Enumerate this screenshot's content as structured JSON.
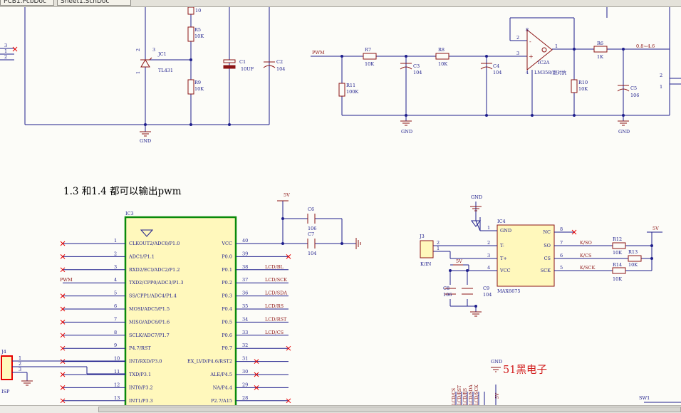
{
  "tabs": [
    {
      "label": "PCB1.PcbDoc"
    },
    {
      "label": "Sheet1.SchDoc"
    }
  ],
  "note": "1.3 和1.4 都可以输出pwm",
  "watermark": "51黑电子",
  "colors": {
    "wire": "#1e1e8c",
    "part": "#8c1414",
    "ic_fill": "#fff8bc",
    "ic_border": "#0a8a0a",
    "power": "#8c1414",
    "noconnect": "#e60000",
    "netlabel": "#8c1414",
    "watermark": "#d21e1e"
  },
  "top_left": {
    "refs": {
      "jc1": "JC1",
      "jc1_val": "TL431",
      "r5": "R5",
      "r5_val": "10K",
      "r9": "R9",
      "r9_val": "10K",
      "c1": "C1",
      "c1_val": "10UF",
      "c2": "C2",
      "c2_val": "104",
      "r_top": "10",
      "gnd": "GND"
    },
    "pins": {
      "j_3": "3",
      "j_1": "1",
      "j_2": "2",
      "jc1_2": "2",
      "jc1_3": "3",
      "jc1_1": "1"
    }
  },
  "top_right": {
    "refs": {
      "pwm": "PWM",
      "r7": "R7",
      "r7_val": "10K",
      "r8": "R8",
      "r8_val": "10K",
      "r11": "R11",
      "r11_val": "100K",
      "c3": "C3",
      "c3_val": "104",
      "c4": "C4",
      "c4_val": "104",
      "ic2a": "IC2A",
      "ic2a_val": "LM358/跟对抗",
      "r6": "R6",
      "r6_val": "1K",
      "r10": "R10",
      "r10_val": "10K",
      "c5": "C5",
      "c5_val": "106",
      "range": "0.8~4.6",
      "gnd1": "GND",
      "gnd2": "GND"
    },
    "pins": {
      "p2": "2",
      "p3": "3",
      "p1": "1",
      "p8": "8",
      "p4": "4",
      "j2": "2",
      "j1": "1"
    }
  },
  "ic3": {
    "ref": "IC3",
    "left_pins": [
      {
        "num": "1",
        "name": "CLKOUT2/ADC0/P1.0",
        "net": ""
      },
      {
        "num": "2",
        "name": "ADC1/P1.1",
        "net": ""
      },
      {
        "num": "3",
        "name": "RXD2/ECI/ADC2/P1.2",
        "net": ""
      },
      {
        "num": "4",
        "name": "TXD2/CPP0/ADC3/P1.3",
        "net": "PWM"
      },
      {
        "num": "5",
        "name": "SS/CPP1/ADC4/P1.4",
        "net": ""
      },
      {
        "num": "6",
        "name": "MOSI/ADC5/P1.5",
        "net": ""
      },
      {
        "num": "7",
        "name": "MISO/ADC6/P1.6",
        "net": ""
      },
      {
        "num": "8",
        "name": "SCLK/ADC7/P1.7",
        "net": ""
      },
      {
        "num": "9",
        "name": "P4.7/RST",
        "net": ""
      },
      {
        "num": "10",
        "name": "INT/RXD/P3.0",
        "net": ""
      },
      {
        "num": "11",
        "name": "TXD/P3.1",
        "net": ""
      },
      {
        "num": "12",
        "name": "INT0/P3.2",
        "net": ""
      },
      {
        "num": "13",
        "name": "INT1/P3.3",
        "net": ""
      }
    ],
    "right_pins": [
      {
        "num": "40",
        "name": "VCC",
        "net": ""
      },
      {
        "num": "39",
        "name": "P0.0",
        "net": ""
      },
      {
        "num": "38",
        "name": "P0.1",
        "net": "LCD/BL"
      },
      {
        "num": "37",
        "name": "P0.2",
        "net": "LCD/SCK"
      },
      {
        "num": "36",
        "name": "P0.3",
        "net": "LCD/SDA"
      },
      {
        "num": "35",
        "name": "P0.4",
        "net": "LCD/RS"
      },
      {
        "num": "34",
        "name": "P0.5",
        "net": "LCD/RST"
      },
      {
        "num": "33",
        "name": "P0.6",
        "net": "LCD/CS"
      },
      {
        "num": "32",
        "name": "P0.7",
        "net": ""
      },
      {
        "num": "31",
        "name": "EX_LVD/P4.6/RST2",
        "net": ""
      },
      {
        "num": "30",
        "name": "ALE/P4.5",
        "net": ""
      },
      {
        "num": "29",
        "name": "NA/P4.4",
        "net": ""
      },
      {
        "num": "28",
        "name": "P2.7/A15",
        "net": ""
      }
    ]
  },
  "decouple": {
    "c6": "C6",
    "c6_val": "106",
    "c7": "C7",
    "c7_val": "104",
    "vcc": "5V"
  },
  "j4": {
    "ref": "J4",
    "label": "ISP",
    "pins": [
      "1",
      "2",
      "3"
    ]
  },
  "ic4": {
    "ref": "IC4",
    "value": "MAX6675",
    "left_pins": [
      {
        "num": "1",
        "name": "GND"
      },
      {
        "num": "2",
        "name": "T-"
      },
      {
        "num": "3",
        "name": "T+"
      },
      {
        "num": "4",
        "name": "VCC"
      }
    ],
    "right_pins": [
      {
        "num": "8",
        "name": "NC",
        "net": ""
      },
      {
        "num": "7",
        "name": "SO",
        "net": "K/SO"
      },
      {
        "num": "6",
        "name": "CS",
        "net": "K/CS"
      },
      {
        "num": "5",
        "name": "SCK",
        "net": "K/SCK"
      }
    ]
  },
  "k_section": {
    "j3": "J3",
    "j3_label": "K/IN",
    "j3_pins": [
      "2",
      "1"
    ],
    "gnd": "GND",
    "vcc1": "5V",
    "vcc2": "5V",
    "c8": "C8",
    "c8_val": "106",
    "c9": "C9",
    "c9_val": "104",
    "r12": "R12",
    "r12_val": "10K",
    "r13": "R13",
    "r13_val": "10K",
    "r14": "R14",
    "r14_val": "10K"
  },
  "bottom": {
    "gnd": "GND",
    "sw1": "SW1",
    "lcd_labels": [
      "LCD/CS",
      "LCD/RST",
      "LCD/RS",
      "LCD/SDA",
      "LCD/SCK",
      "5V"
    ]
  }
}
